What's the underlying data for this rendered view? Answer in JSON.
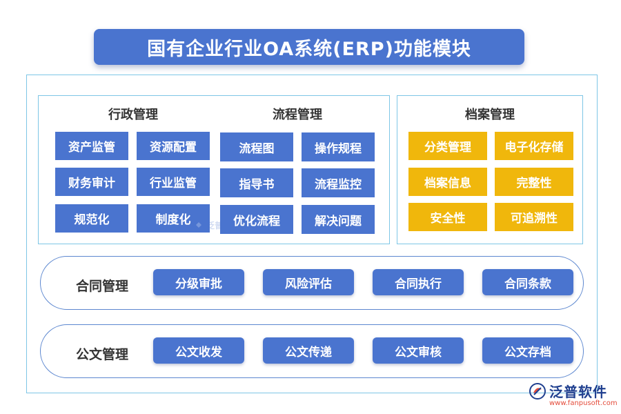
{
  "title": "国有企业行业OA系统(ERP)功能模块",
  "groups": {
    "admin": {
      "title": "行政管理",
      "items": [
        "资产监管",
        "资源配置",
        "财务审计",
        "行业监管",
        "规范化",
        "制度化"
      ]
    },
    "process": {
      "title": "流程管理",
      "items": [
        "流程图",
        "操作规程",
        "指导书",
        "流程监控",
        "优化流程",
        "解决问题"
      ]
    },
    "archive": {
      "title": "档案管理",
      "items": [
        "分类管理",
        "电子化存储",
        "档案信息",
        "完整性",
        "安全性",
        "可追溯性"
      ]
    }
  },
  "contract": {
    "label": "合同管理",
    "items": [
      "分级审批",
      "风险评估",
      "合同执行",
      "合同条款"
    ]
  },
  "document": {
    "label": "公文管理",
    "items": [
      "公文收发",
      "公文传递",
      "公文审核",
      "公文存档"
    ]
  },
  "colors": {
    "primary_blue": "#4a74cf",
    "gold": "#f0b70c",
    "frame": "#7dc6e6"
  },
  "brand": {
    "name": "泛普软件",
    "url": "www.fanpusoft.com",
    "watermark": "泛普"
  }
}
